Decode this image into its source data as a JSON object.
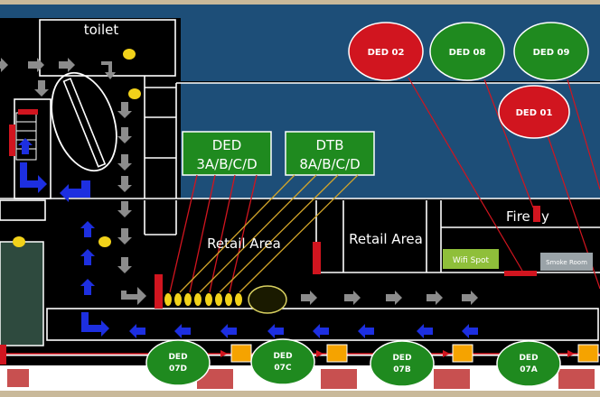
{
  "rooms": {
    "toilet": "toilet",
    "retail_area_1": "Retail Area",
    "retail_area_2": "Retail Area",
    "fire": "Fire",
    "wifi_spot": "Wifi Spot",
    "small_room": "Smoke Room"
  },
  "groups": {
    "ded_label_1": "DED",
    "ded_label_2": "3A/B/C/D",
    "dtb_label_1": "DTB",
    "dtb_label_2": "8A/B/C/D"
  },
  "devices": {
    "ded02": {
      "label": "DED 02",
      "color": "#d1151f"
    },
    "ded08": {
      "label": "DED 08",
      "color": "#1f8a1f"
    },
    "ded09": {
      "label": "DED 09",
      "color": "#1f8a1f"
    },
    "ded01": {
      "label": "DED 01",
      "color": "#d1151f"
    },
    "ded07d": {
      "line1": "DED",
      "line2": "07D",
      "color": "#1f8a1f"
    },
    "ded07c": {
      "line1": "DED",
      "line2": "07C",
      "color": "#1f8a1f"
    },
    "ded07b": {
      "line1": "DED",
      "line2": "07B",
      "color": "#1f8a1f"
    },
    "ded07a": {
      "line1": "DED",
      "line2": "07A",
      "color": "#1f8a1f"
    }
  },
  "colors": {
    "sky": "#1d4e78",
    "floor": "#000000",
    "walls": "#ffffff",
    "grey_arrow": "#8c8c8c",
    "blue_arrow": "#1d2fe0",
    "sensor": "#f2d21a",
    "alarm": "#d1151f",
    "connector": "#f5a300",
    "frame": "#c9b99a",
    "group_box": "#1f8a1f"
  }
}
